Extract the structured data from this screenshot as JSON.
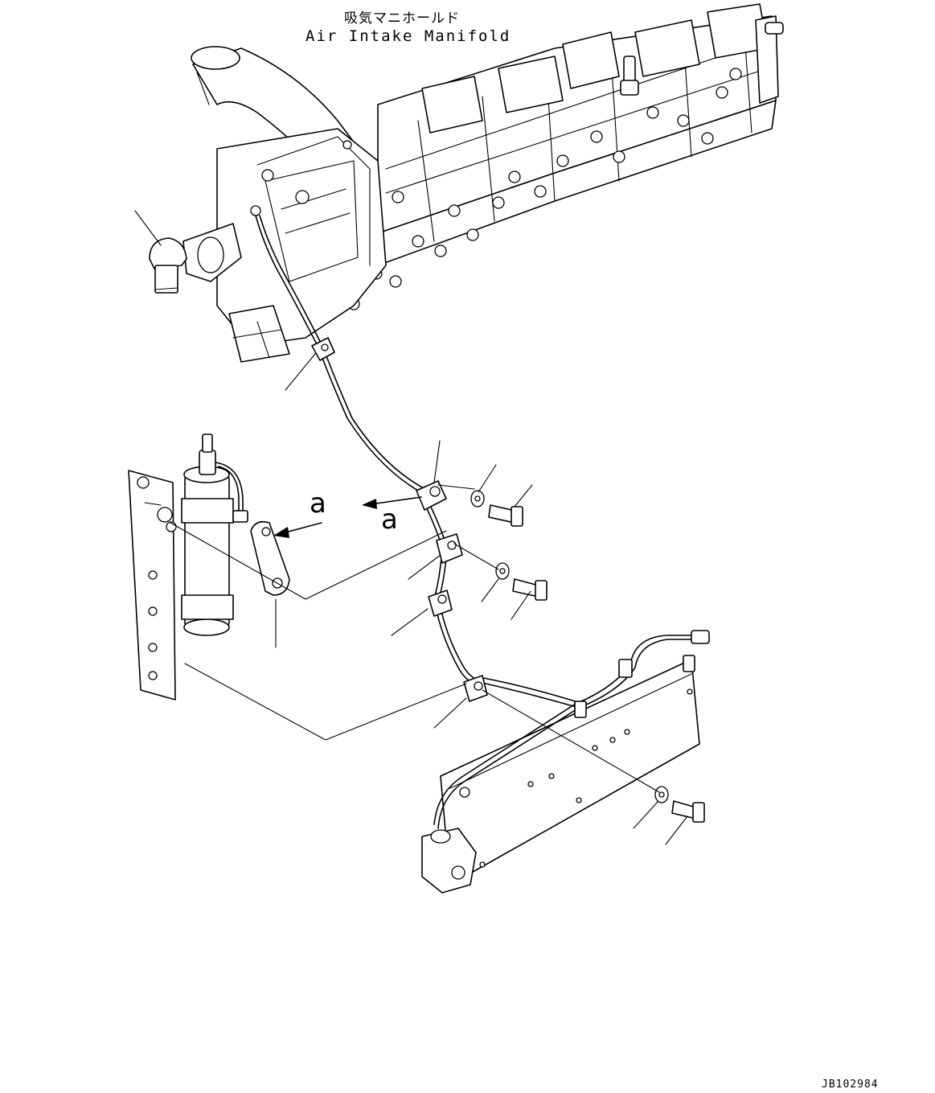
{
  "labels": {
    "manifold_ja": "吸気マニホールド",
    "manifold_en": "Air Intake Manifold",
    "callout_a_1": "a",
    "callout_a_2": "a"
  },
  "drawing_id": "JB102984"
}
